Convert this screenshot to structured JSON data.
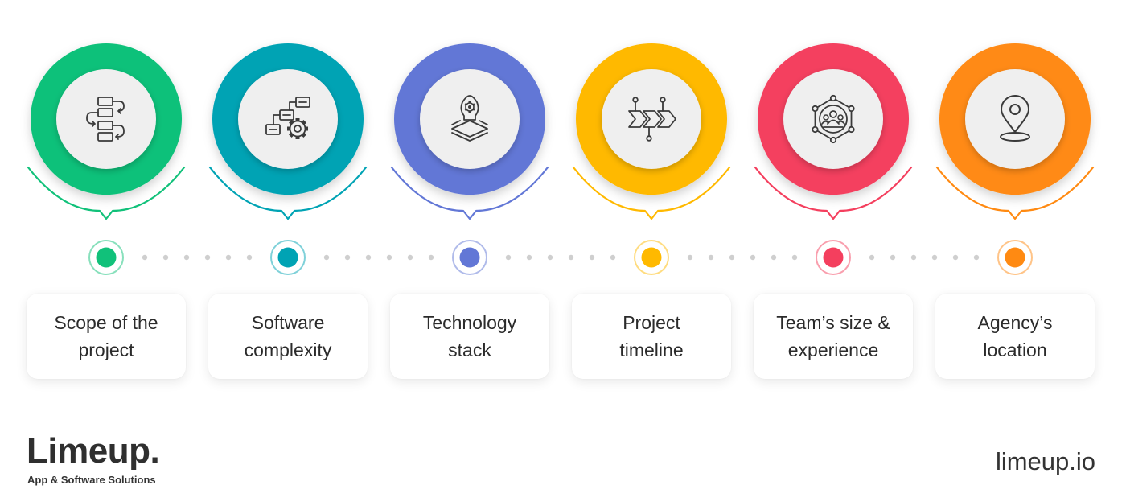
{
  "steps": [
    {
      "id": "scope",
      "color": "#11c17a",
      "icon": "flowchart-icon",
      "label_line1": "Scope of the",
      "label_line2": "project"
    },
    {
      "id": "complexity",
      "color": "#00a3b4",
      "icon": "workflow-gear-icon",
      "label_line1": "Software",
      "label_line2": "complexity"
    },
    {
      "id": "stack",
      "color": "#6277d6",
      "icon": "layered-stack-icon",
      "label_line1": "Technology",
      "label_line2": "stack"
    },
    {
      "id": "timeline",
      "color": "#ffb900",
      "icon": "timeline-arrows-icon",
      "label_line1": "Project",
      "label_line2": "timeline"
    },
    {
      "id": "team",
      "color": "#f43f5e",
      "icon": "team-network-icon",
      "label_line1": "Team’s size &",
      "label_line2": "experience"
    },
    {
      "id": "location",
      "color": "#ff8a12",
      "icon": "location-pin-icon",
      "label_line1": "Agency’s",
      "label_line2": "location"
    }
  ],
  "brand": {
    "logo_text": "Limeup.",
    "tagline": "App & Software Solutions",
    "website": "limeup.io"
  }
}
